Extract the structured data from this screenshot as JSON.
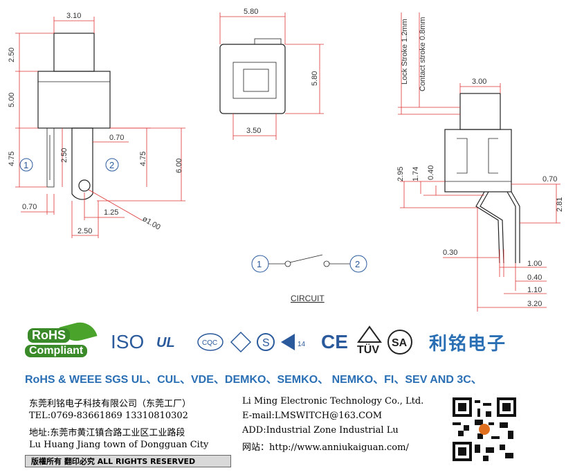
{
  "dimensions": {
    "left_view": {
      "top_width": "3.10",
      "h1": "2.50",
      "h2": "5.00",
      "h3": "4.75",
      "pin_h": "2.50",
      "pin_w": "0.70",
      "right_h": "4.75",
      "total_h": "6.00",
      "pin_gap": "0.70",
      "hole_pos": "1.25",
      "hole_dia": "ø1.00",
      "pin_span": "2.50"
    },
    "top_view": {
      "width": "5.80",
      "height": "5.80",
      "inner_width": "3.50"
    },
    "right_view": {
      "lock_stroke": "Lock Stroke 1.2mm",
      "contact_stroke": "Contact stroke 0.8mm",
      "actuator_w": "3.00",
      "h_295": "2.95",
      "h_174": "1.74",
      "h_040": "0.40",
      "d_070": "0.70",
      "d_281": "2.81",
      "d_030": "0.30",
      "d_100": "1.00",
      "d_040b": "0.40",
      "d_110": "1.10",
      "d_320": "3.20"
    }
  },
  "pins": {
    "p1": "1",
    "p2": "2"
  },
  "circuit_label": "CIRCUIT",
  "certifications": {
    "rohs_top": "RoHS",
    "rohs_bottom": "Compliant",
    "iso": "ISO",
    "ul": "UL",
    "cqc": "CQC",
    "tuv": "TÜV",
    "csa": "SA",
    "ce": "CE",
    "brand_cn": "利铭电子"
  },
  "standards_line": "RoHS & WEEE SGS UL、CUL、VDE、DEMKO、SEMKO、 NEMKO、FI、SEV AND 3C、",
  "company": {
    "name_cn": "东莞利铭电子科技有限公司（东莞工厂）",
    "name_en": "Li Ming Electronic Technology Co., Ltd.",
    "tel": "TEL:0769-83661869   13310810302",
    "email": "E-mail:LMSWITCH@163.COM",
    "addr_cn": "地址:东莞市黄江镇合路工业区工业路段",
    "addr_en1": "ADD:Industrial  Zone  Industrial  Lu",
    "addr_en2": "Lu Huang Jiang town of Dongguan City",
    "web": "网站：http://www.anniukaiguan.com/"
  },
  "rights": "版權所有  翻印必究    ALL RIGHTS RESERVED",
  "colors": {
    "dimension_red": "#d33333",
    "brand_blue": "#2a6fb4",
    "rohs_green": "#3a8a2a"
  }
}
